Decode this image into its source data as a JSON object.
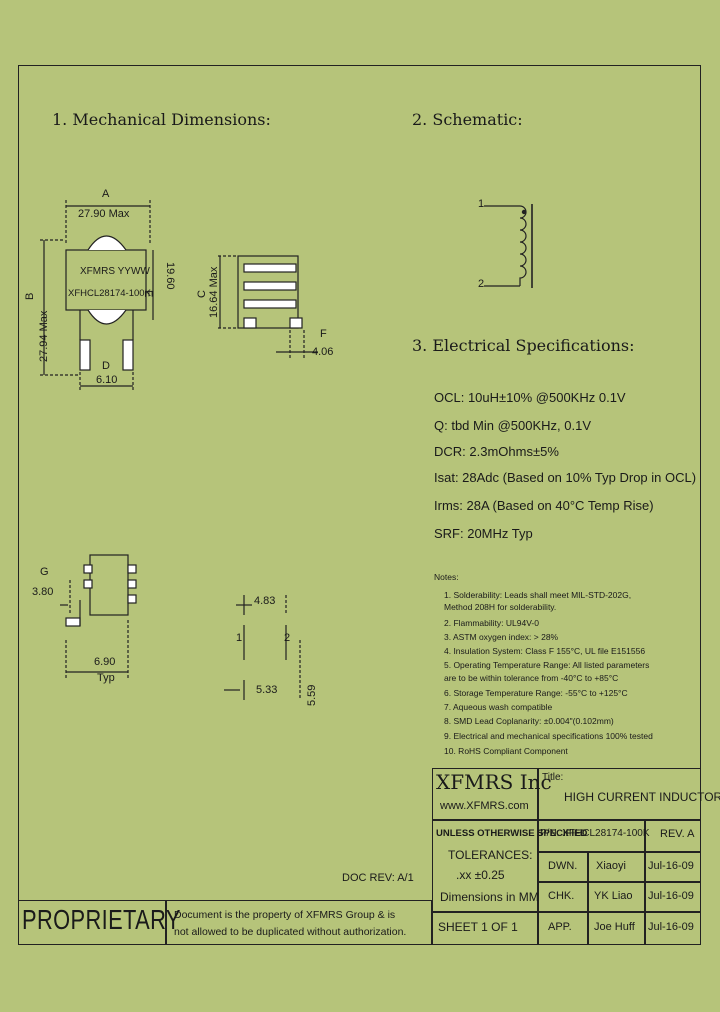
{
  "sections": {
    "mech": "1. Mechanical Dimensions:",
    "schematic": "2. Schematic:",
    "elec": "3. Electrical Specifications:"
  },
  "mech": {
    "dim_a_label": "A",
    "dim_a": "27.90 Max",
    "marking1": "XFMRS YYWW",
    "marking2": "XFHCL28174-100K",
    "dim_b_label": "B",
    "dim_b": "27.94 Max",
    "dim_e_label": "E",
    "dim_e": "19.60",
    "dim_d_label": "D",
    "dim_d": "6.10",
    "dim_c_label": "C",
    "dim_c": "16.64 Max",
    "dim_f_label": "F",
    "dim_f": "4.06",
    "dim_g_label": "G",
    "dim_g": "3.80",
    "dim_typ": "6.90",
    "typ": "Typ",
    "pad1": "1",
    "pad2": "2",
    "pad_4_83": "4.83",
    "pad_5_33": "5.33",
    "pad_5_59": "5.59"
  },
  "schematic": {
    "pin1": "1",
    "pin2": "2"
  },
  "specs": [
    "OCL: 10uH±10% @500KHz 0.1V",
    "Q: tbd Min @500KHz, 0.1V",
    "DCR: 2.3mOhms±5%",
    "Isat: 28Adc (Based on 10% Typ Drop in OCL)",
    "Irms: 28A (Based on 40°C Temp Rise)",
    "SRF: 20MHz Typ"
  ],
  "notes_title": "Notes:",
  "notes": [
    "1. Solderability: Leads shall meet MIL-STD-202G,",
    "    Method 208H for solderability.",
    "2. Flammability: UL94V-0",
    "3. ASTM oxygen index: > 28%",
    "4. Insulation System: Class F 155°C, UL file E151556",
    "5. Operating Temperature Range: All listed parameters",
    "    are to be within tolerance from -40°C to +85°C",
    "6. Storage Temperature Range: -55°C to +125°C",
    "7. Aqueous wash compatible",
    "8. SMD Lead Coplanarity: ±0.004\"(0.102mm)",
    "9. Electrical and mechanical specifications 100% tested",
    "10. RoHS Compliant Component"
  ],
  "doc_rev": "DOC REV: A/1",
  "title_block": {
    "company": "XFMRS Inc",
    "website": "www.XFMRS.com",
    "title_label": "Title:",
    "title": "HIGH CURRENT INDUCTOR",
    "unless": "UNLESS OTHERWISE SPECIFIED",
    "tolerances": "TOLERANCES:",
    "tol_value": ".xx   ±0.25",
    "dims_in": "Dimensions in MM",
    "pn": "P/N: XFHCL28174-100K",
    "rev": "REV. A",
    "rows": [
      {
        "role": "DWN.",
        "name": "Xiaoyi",
        "date": "Jul-16-09"
      },
      {
        "role": "CHK.",
        "name": "YK Liao",
        "date": "Jul-16-09"
      },
      {
        "role": "APP.",
        "name": "Joe Huff",
        "date": "Jul-16-09"
      }
    ],
    "sheet": "SHEET  1  OF  1",
    "proprietary": "PROPRIETARY",
    "prop_line1": "Document is the property of XFMRS Group & is",
    "prop_line2": "not allowed to be duplicated without authorization."
  }
}
